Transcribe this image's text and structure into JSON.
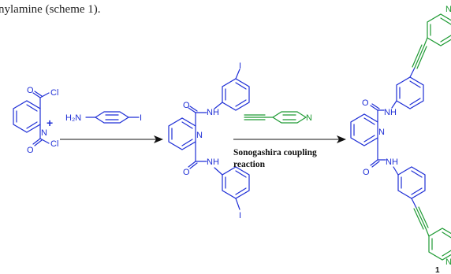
{
  "caption_text": "nylamine (scheme 1).",
  "reaction_condition": {
    "line1": "Sonogashira coupling",
    "line2": "reaction"
  },
  "atoms": {
    "O": "O",
    "Cl": "Cl",
    "N": "N",
    "NH": "NH",
    "I": "I",
    "H2N": "H₂N",
    "plus": "+",
    "compound_number": "1"
  },
  "colors": {
    "reactant_structures": "#1f2fd6",
    "pyridyl_alkyne": "#1e9a33",
    "arrow": "#111111"
  }
}
